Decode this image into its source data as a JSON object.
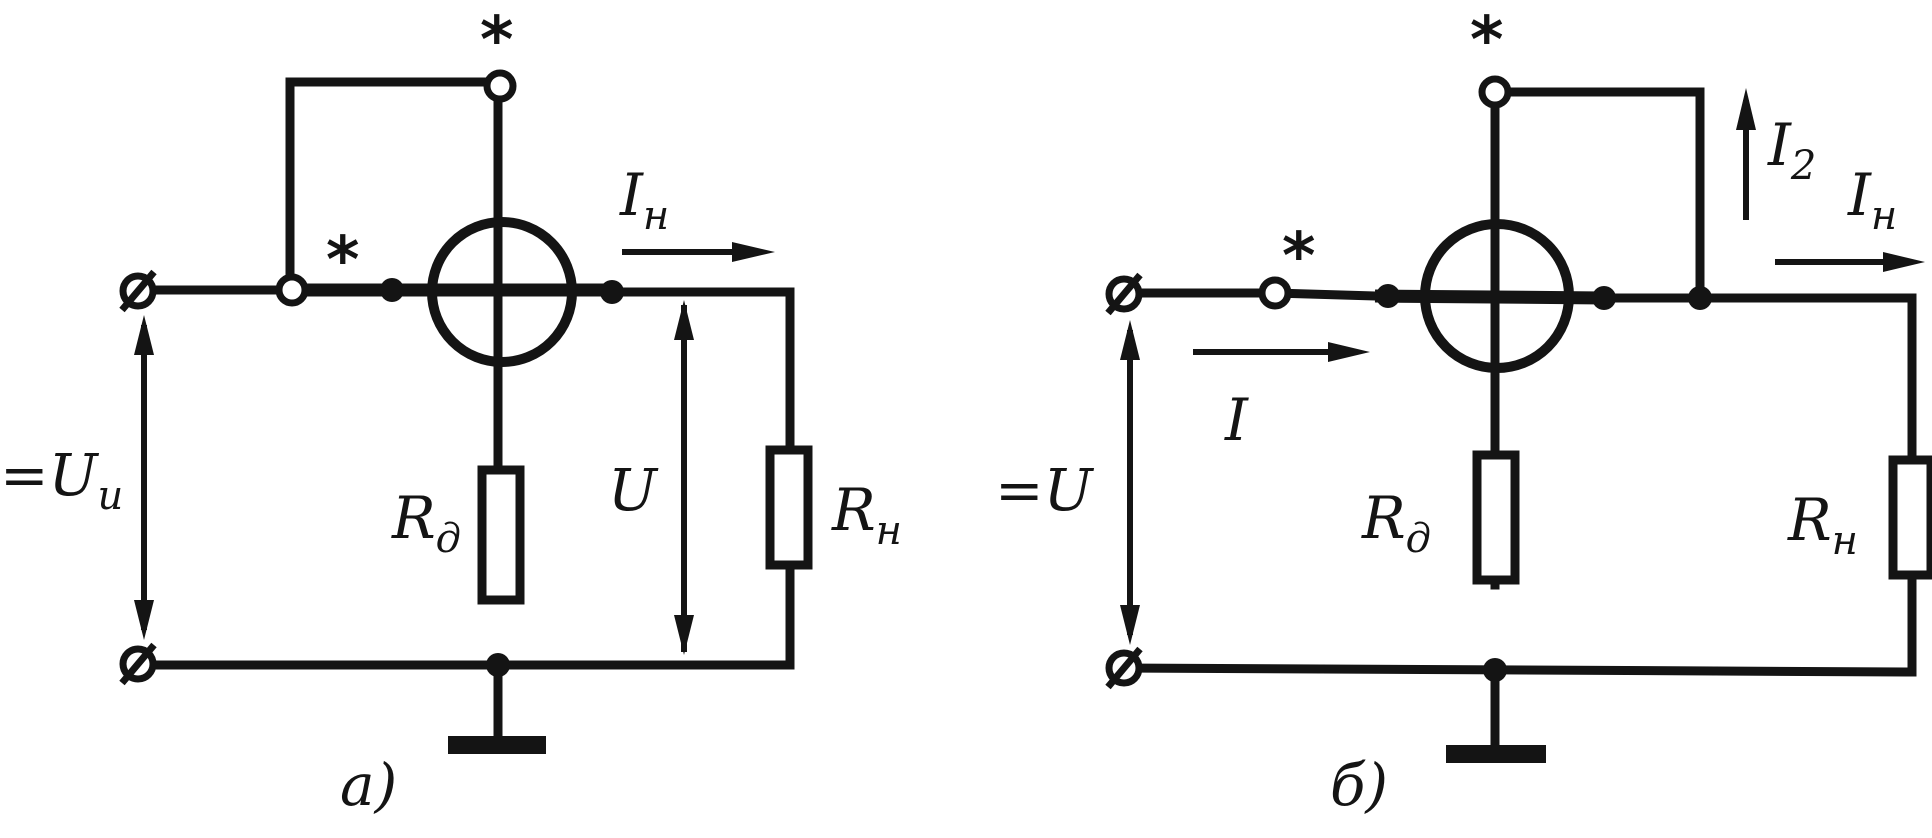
{
  "diagrams": [
    {
      "id": "a",
      "caption": "а)",
      "source_label_main": "=U",
      "source_label_sub": "и",
      "current_label_main": "I",
      "current_label_sub": "н",
      "voltage_label": "U",
      "resistor_d_main": "R",
      "resistor_d_sub": "д",
      "resistor_n_main": "R",
      "resistor_n_sub": "н",
      "star": "*"
    },
    {
      "id": "b",
      "caption": "б)",
      "source_label": "=U",
      "input_current_label": "I",
      "current2_main": "I",
      "current2_sub": "2",
      "current_label_main": "I",
      "current_label_sub": "н",
      "resistor_d_main": "R",
      "resistor_d_sub": "д",
      "resistor_n_main": "R",
      "resistor_n_sub": "н",
      "star": "*"
    }
  ]
}
